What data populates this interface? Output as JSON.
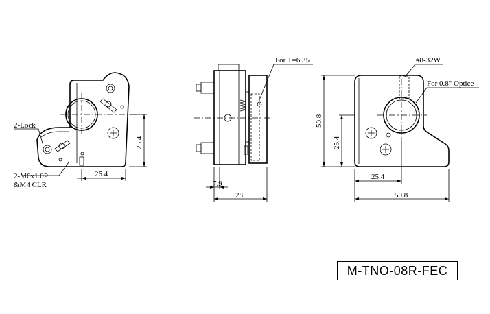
{
  "title": "M-TNO-08R-FEC",
  "callouts": {
    "lock": "2-Lock",
    "screw_line1": "2-M6x1.0P",
    "screw_line2": "&M4 CLR",
    "thickness": "For T=6.35",
    "thread": "#8-32W",
    "optic": "For 0.8\" Optice"
  },
  "dimensions": {
    "front_width": "25.4",
    "front_height": "25.4",
    "side_small": "7.9",
    "side_depth": "28",
    "back_height_full": "50.8",
    "back_height_half": "25.4",
    "back_width_half": "25.4",
    "back_width_full": "50.8"
  }
}
